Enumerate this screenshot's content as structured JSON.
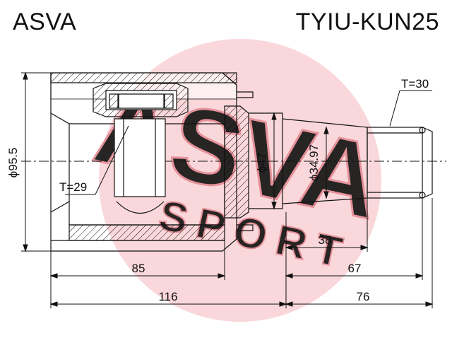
{
  "header": {
    "brand": "ASVA",
    "part_number": "TYIU-KUN25"
  },
  "watermark": {
    "text_main": "ASVA",
    "text_sub": "SPORT",
    "color": "#f2a7ad"
  },
  "dimensions": {
    "outer_diameter": "ϕ95.5",
    "spline_teeth_inner": "T=29",
    "spline_teeth_outer": "T=30",
    "shaft_diameter": "ϕ47",
    "stub_diameter": "ϕ34.97",
    "spline_length": "38",
    "housing_length": "85",
    "stub_length": "67",
    "overall_housing": "116",
    "overall_stub": "76"
  },
  "colors": {
    "line": "#111111",
    "watermark": "#f2a7ad"
  }
}
